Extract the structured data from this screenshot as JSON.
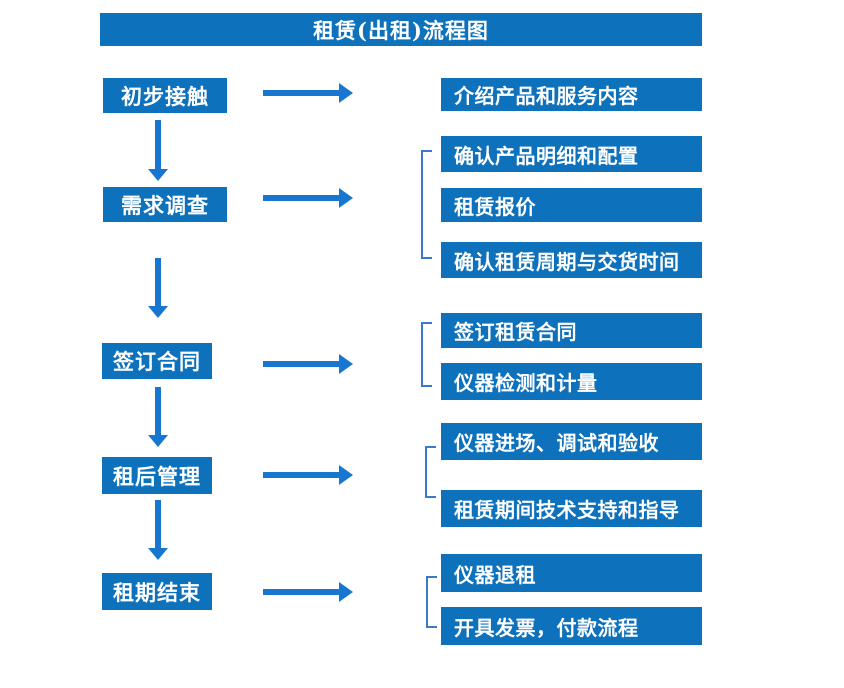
{
  "title": "租赁(出租)流程图",
  "colors": {
    "box_blue": "#0e71bb",
    "arrow_blue": "#1777d0",
    "bracket_blue": "#3b79c9",
    "text_white": "#ffffff",
    "background": "#ffffff"
  },
  "steps": [
    {
      "label": "初步接触",
      "outputs": [
        "介绍产品和服务内容"
      ]
    },
    {
      "label": "需求调查",
      "outputs": [
        "确认产品明细和配置",
        "租赁报价",
        "确认租赁周期与交货时间"
      ]
    },
    {
      "label": "签订合同",
      "outputs": [
        "签订租赁合同",
        "仪器检测和计量"
      ]
    },
    {
      "label": "租后管理",
      "outputs": [
        "仪器进场、调试和验收",
        "租赁期间技术支持和指导"
      ]
    },
    {
      "label": "租期结束",
      "outputs": [
        "仪器退租",
        "开具发票，付款流程"
      ]
    }
  ]
}
